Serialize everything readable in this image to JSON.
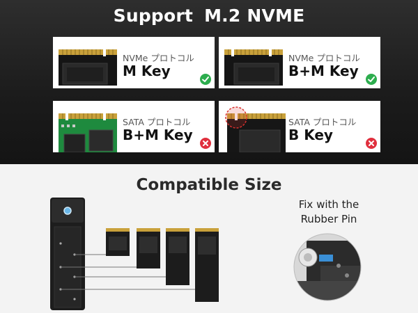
{
  "header": {
    "title_word1": "Support",
    "title_word2": "M.2 NVME"
  },
  "cards": [
    {
      "protocol": "NVMe プロトコル",
      "key": "M Key",
      "supported": true,
      "board_color": "#1a1a1a",
      "status_icon": "check-icon"
    },
    {
      "protocol": "NVMe プロトコル",
      "key": "B+M Key",
      "supported": true,
      "board_color": "#1a1a1a",
      "status_icon": "check-icon"
    },
    {
      "protocol": "SATA プロトコル",
      "key": "B+M Key",
      "supported": false,
      "board_color": "#1e8a3e",
      "status_icon": "cross-icon"
    },
    {
      "protocol": "SATA プロトコル",
      "key": "B Key",
      "supported": false,
      "board_color": "#1a1a1a",
      "status_icon": "cross-icon"
    }
  ],
  "compatible": {
    "title": "Compatible Size"
  },
  "fix_note": {
    "line1": "Fix with the",
    "line2": "Rubber Pin"
  },
  "colors": {
    "ok": "#2dad4e",
    "bad": "#e0303e",
    "gold": "#c9a13b",
    "highlight_circle": "#d9302e"
  }
}
